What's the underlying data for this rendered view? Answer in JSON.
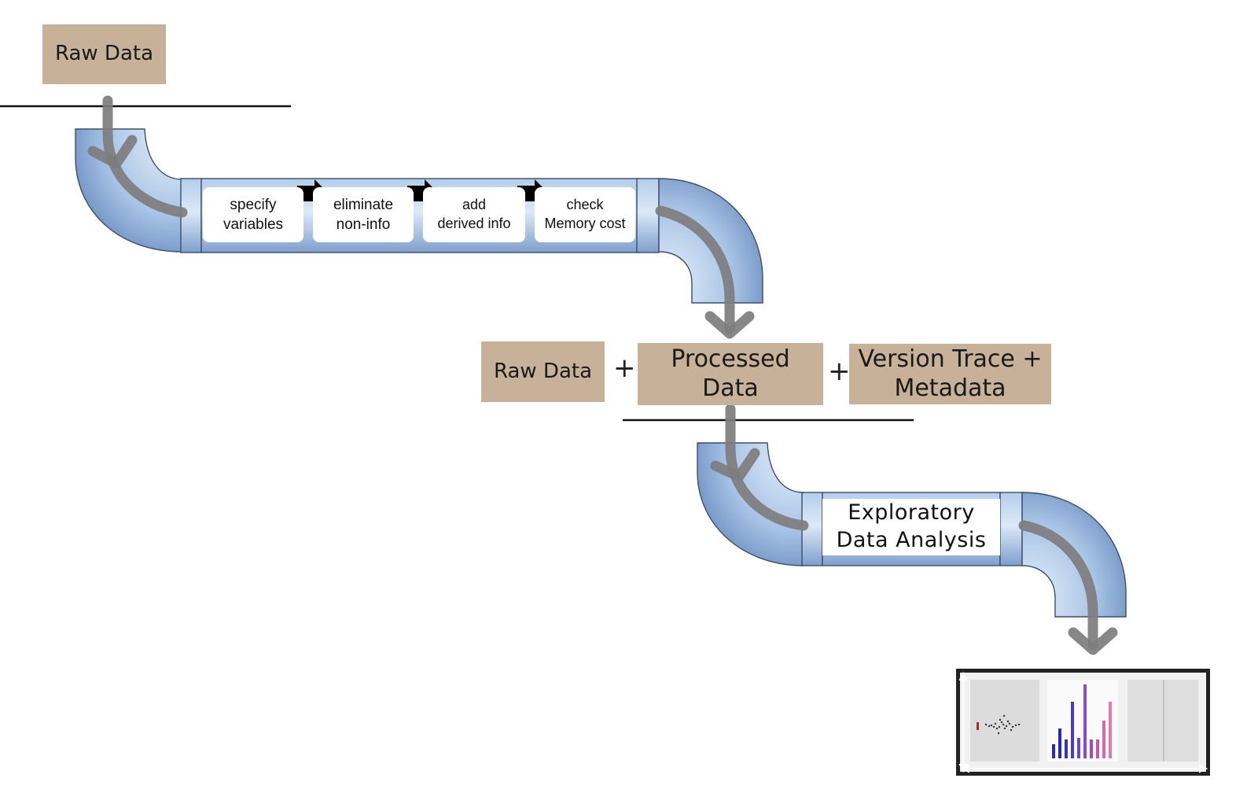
{
  "diagram": {
    "stage1_input": "Raw Data",
    "steps": [
      {
        "line1": "specify",
        "line2": "variables"
      },
      {
        "line1": "eliminate",
        "line2": "non-info"
      },
      {
        "line1": "add",
        "line2": "derived info"
      },
      {
        "line1": "check",
        "line2": "Memory cost"
      }
    ],
    "outputs": {
      "raw": "Raw Data",
      "plus1": "+",
      "processed_line1": "Processed",
      "processed_line2": "Data",
      "plus2": "+",
      "trace_line1": "Version Trace +",
      "trace_line2": "Metadata"
    },
    "eda": {
      "line1": "Exploratory",
      "line2": "Data Analysis"
    }
  },
  "colors": {
    "tan": "#c7b299",
    "pipe_light": "#c9dbef",
    "pipe_mid": "#9bbbe0",
    "pipe_dark": "#6f93c4",
    "pipe_outline": "#3c4f6b",
    "flow_arrow": "#7d7d7d",
    "step_arrow": "#000000"
  },
  "icons": [
    "flow-arrow-icon",
    "step-arrow-icon",
    "chart-thumbnails"
  ]
}
